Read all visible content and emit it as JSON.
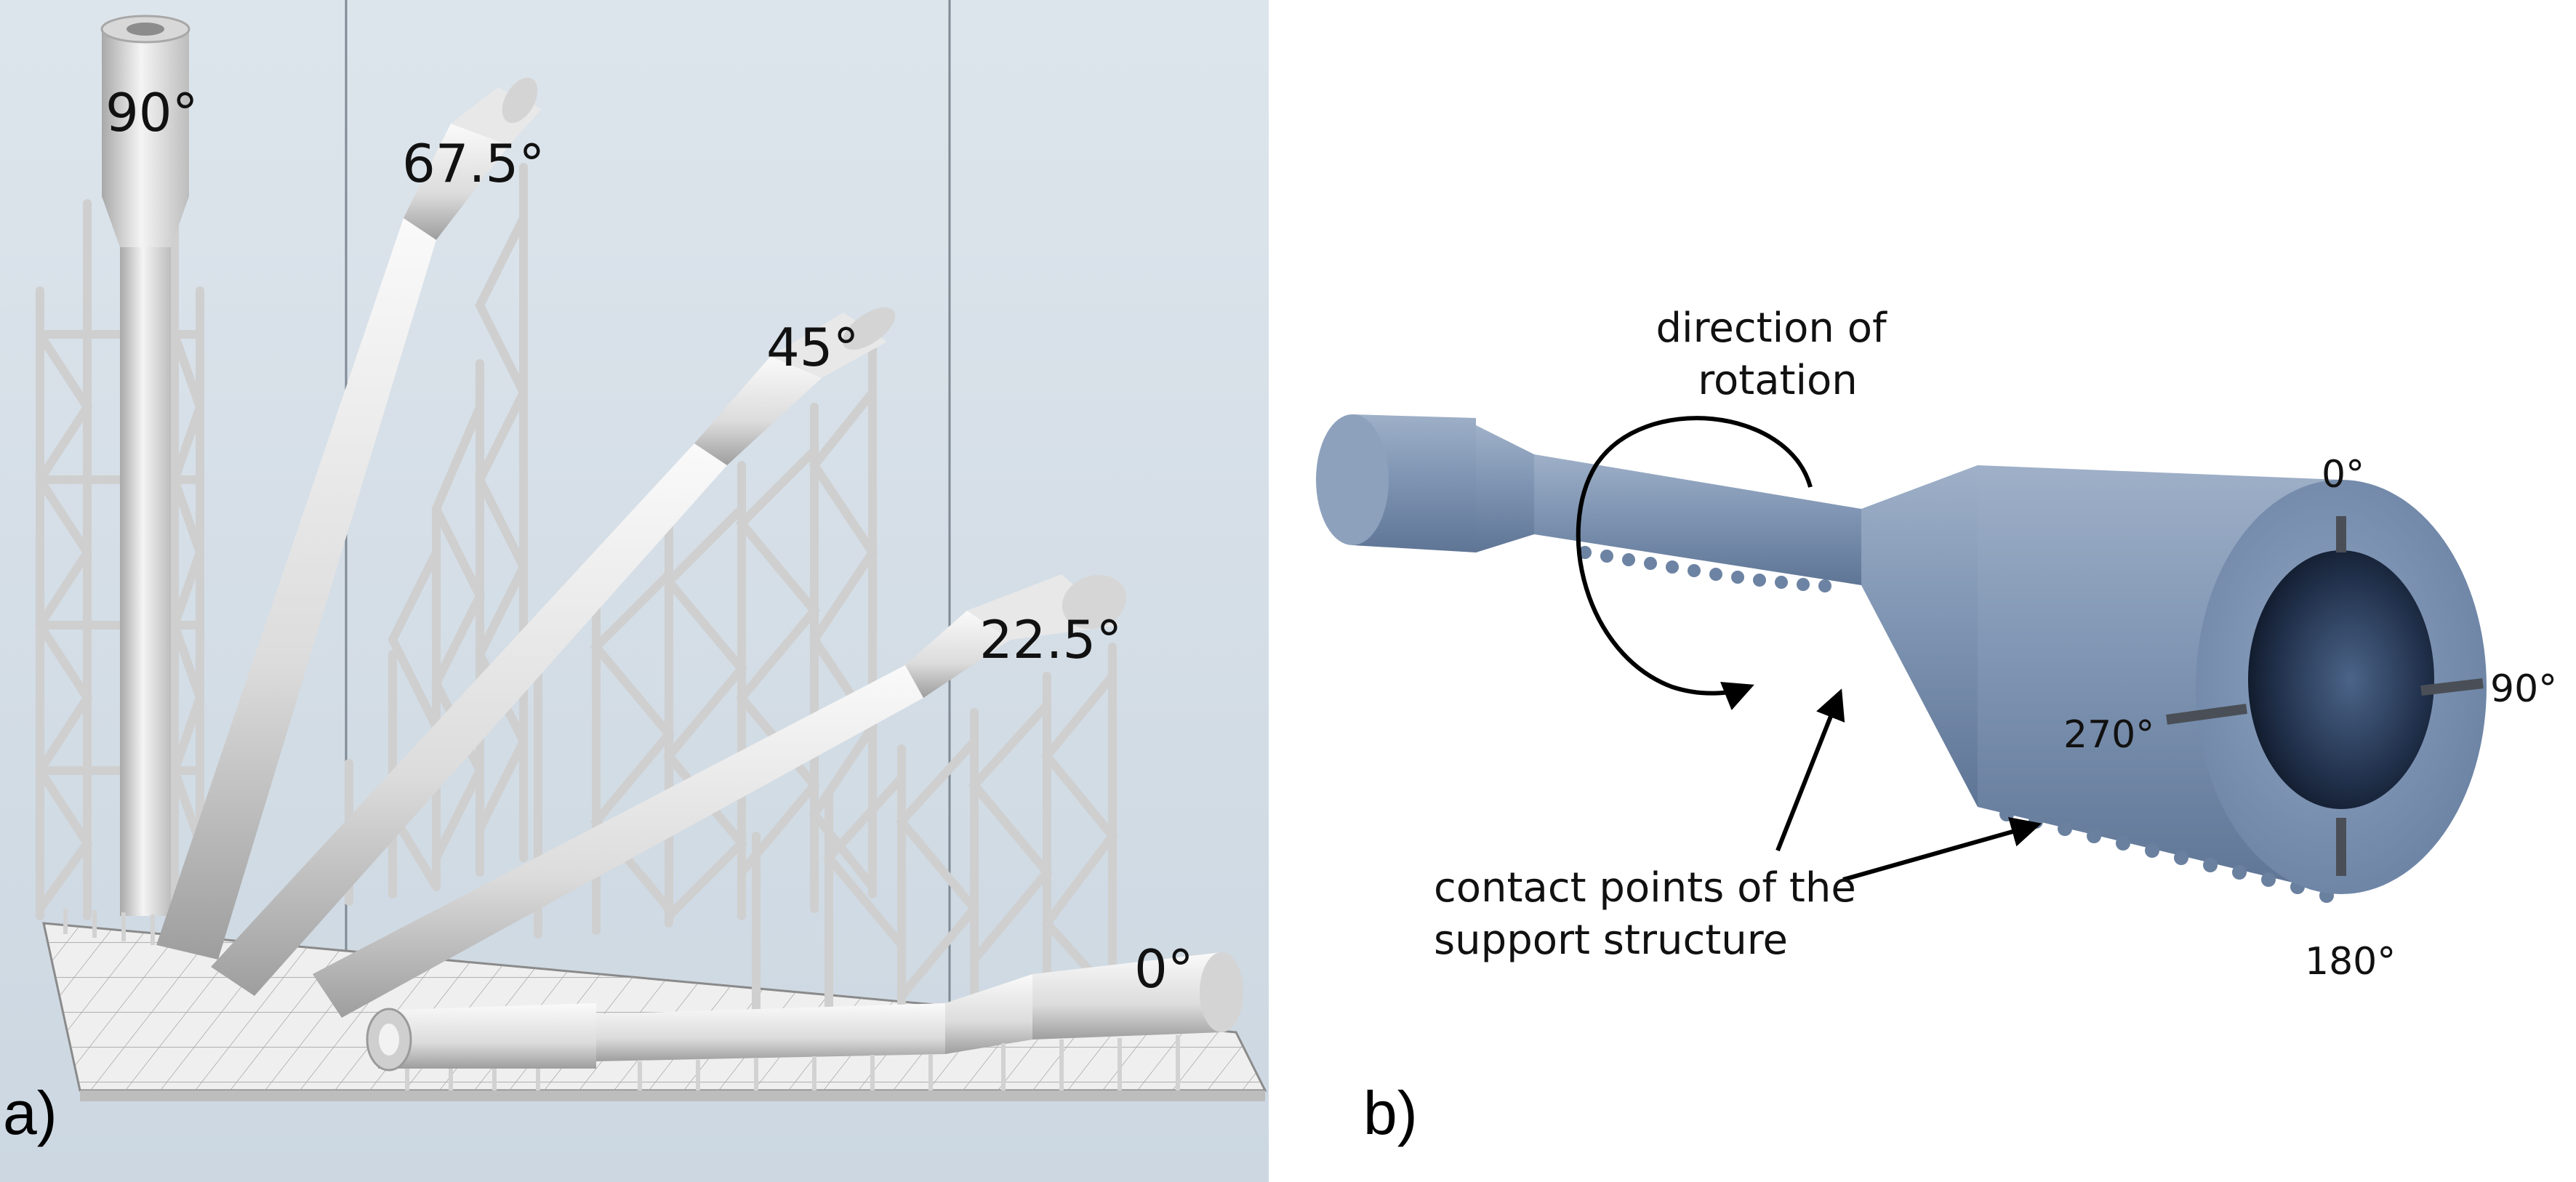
{
  "panel_a": {
    "label": "a)",
    "angles": [
      "90°",
      "67.5°",
      "45°",
      "22.5°",
      "0°"
    ]
  },
  "panel_b": {
    "label": "b)",
    "rotation_label_line1": "direction of",
    "rotation_label_line2": "rotation",
    "contact_label_line1": "contact points of the",
    "contact_label_line2": "support structure",
    "positions": [
      "0°",
      "90°",
      "180°",
      "270°"
    ]
  },
  "colors": {
    "viewport_bg": "#d6dfe7",
    "print_part": "#e6e6e6",
    "model_blue": "#7f95b3",
    "model_inner": "#1d2c45"
  }
}
